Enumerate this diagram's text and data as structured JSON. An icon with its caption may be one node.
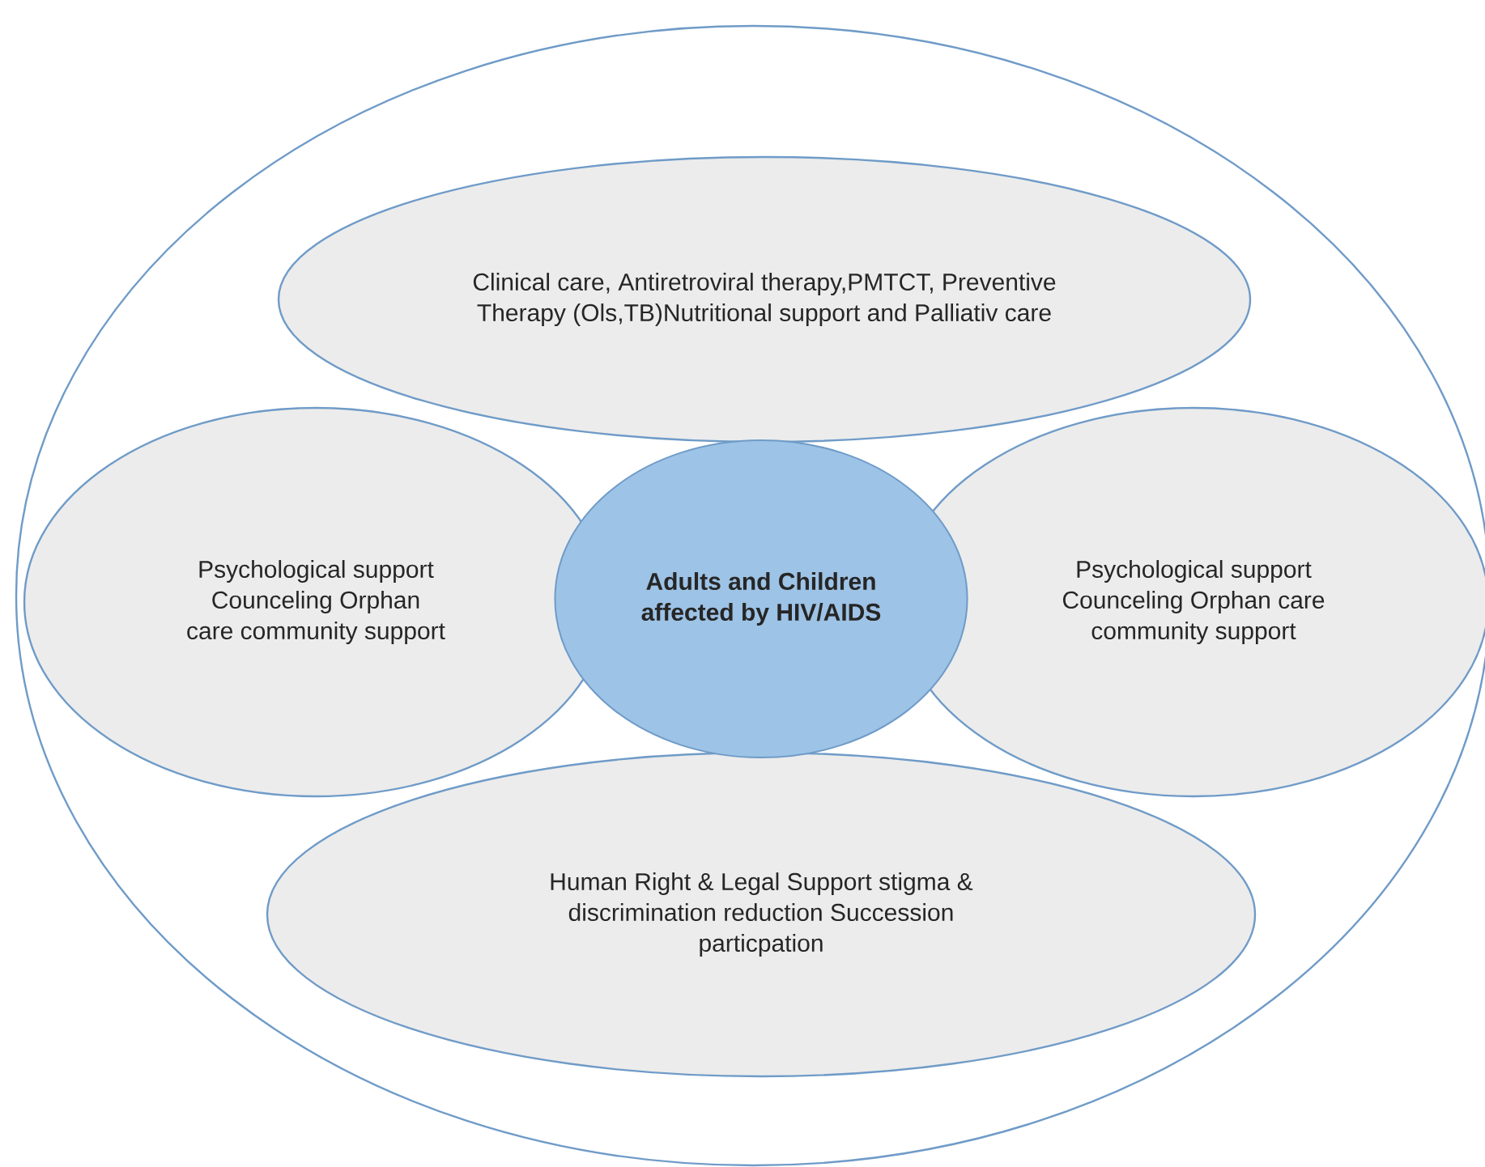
{
  "diagram": {
    "nodes": [
      {
        "text": [],
        "shape": "ellipse"
      },
      {
        "text": [
          "Clinical care, Antiretroviral therapy,PMTCT, Preventive Therapy (Ols,TB)Nutritional support and Palliativ care"
        ],
        "in": 0
      },
      {
        "text": [
          "Psychological support Counceling Orphan care community support"
        ],
        "in": 0
      },
      {
        "text": [
          "Psychological support Counceling Orphan care community support"
        ],
        "in": 0
      },
      {
        "text": [
          "Human Right & Legal Support stigma & discrimination reduction Succession particpation"
        ],
        "in": 0
      },
      {
        "text": [
          "Adults and Children affected by HIV/AIDS"
        ],
        "in": 0
      }
    ]
  }
}
